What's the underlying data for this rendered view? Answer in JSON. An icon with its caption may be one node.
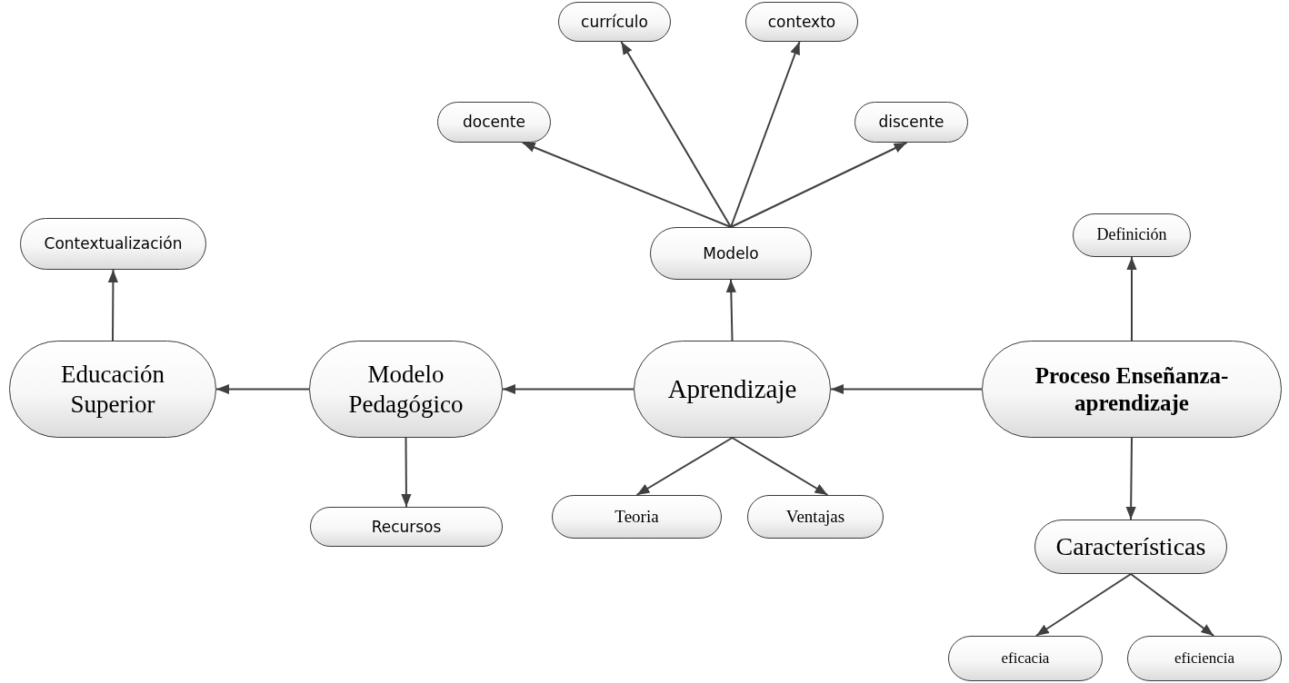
{
  "diagram": {
    "nodes": [
      {
        "text": [
          "currículo"
        ]
      },
      {
        "text": [
          "contexto"
        ]
      },
      {
        "text": [
          "docente"
        ]
      },
      {
        "text": [
          "discente"
        ]
      },
      {
        "text": [
          "Modelo"
        ]
      },
      {
        "text": [
          "Contextualización"
        ]
      },
      {
        "text": [
          "Definición"
        ]
      },
      {
        "text": [
          "Educación Superior"
        ]
      },
      {
        "text": [
          "Modelo Pedagógico"
        ]
      },
      {
        "text": [
          "Aprendizaje"
        ]
      },
      {
        "text": [
          "Proceso Enseñanza-aprendizaje"
        ]
      },
      {
        "text": [
          "Recursos"
        ]
      },
      {
        "text": [
          "Teoria"
        ]
      },
      {
        "text": [
          "Ventajas"
        ]
      },
      {
        "text": [
          "Características"
        ]
      },
      {
        "text": [
          "eficacia"
        ]
      },
      {
        "text": [
          "eficiencia"
        ]
      }
    ],
    "edges": [
      {
        "from": 4,
        "to": 0,
        "arrow": "to"
      },
      {
        "from": 4,
        "to": 1,
        "arrow": "to"
      },
      {
        "from": 4,
        "to": 2,
        "arrow": "to"
      },
      {
        "from": 4,
        "to": 3,
        "arrow": "to"
      },
      {
        "from": 9,
        "to": 4,
        "arrow": "to"
      },
      {
        "from": 7,
        "to": 5,
        "arrow": "to"
      },
      {
        "from": 8,
        "to": 7,
        "arrow": "to"
      },
      {
        "from": 9,
        "to": 8,
        "arrow": "to"
      },
      {
        "from": 10,
        "to": 9,
        "arrow": "to"
      },
      {
        "from": 10,
        "to": 6,
        "arrow": "to"
      },
      {
        "from": 10,
        "to": 14,
        "arrow": "to"
      },
      {
        "from": 8,
        "to": 11,
        "arrow": "to"
      },
      {
        "from": 9,
        "to": 12,
        "arrow": "to"
      },
      {
        "from": 9,
        "to": 13,
        "arrow": "to"
      },
      {
        "from": 14,
        "to": 15,
        "arrow": "to"
      },
      {
        "from": 14,
        "to": 16,
        "arrow": "to"
      }
    ]
  }
}
